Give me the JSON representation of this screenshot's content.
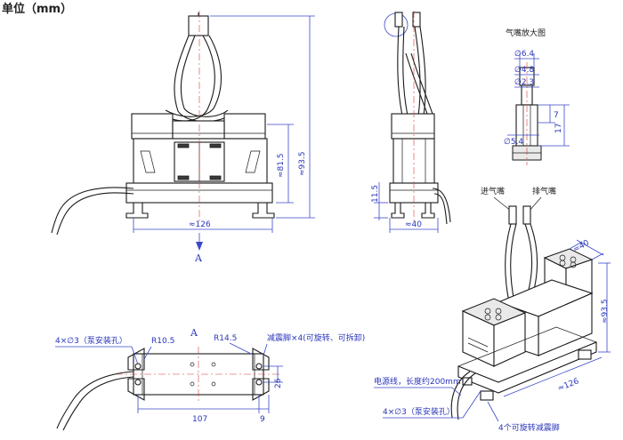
{
  "unit_label": "单位（mm）",
  "views": {
    "front": {
      "width_label": "≈126",
      "height_a_label": "≈81.5",
      "height_b_label": "≈93.5",
      "view_marker": "A"
    },
    "side": {
      "width_label": "≈40",
      "foot_label": "11.5"
    },
    "nozzle": {
      "title": "气嘴放大图",
      "d1": "∅6.4",
      "d2": "∅4.8",
      "d3": "∅2.3",
      "d4": "∅5.4",
      "len1": "7",
      "len2": "17"
    },
    "bottom": {
      "view_marker": "A",
      "holes_label": "4×∅3（泵安装孔）",
      "r1": "R10.5",
      "r2": "R14.5",
      "feet_label": "减震脚×4(可旋转、可拆卸)",
      "span_label": "107",
      "edge_label": "9",
      "depth_label": "26"
    },
    "iso": {
      "inlet_label": "进气嘴",
      "outlet_label": "排气嘴",
      "depth_label": "≈40",
      "height_label": "≈93.5",
      "width_label": "≈126",
      "cable_label": "电源线，长度约200mm",
      "holes_label": "4×∅3（泵安装孔）",
      "feet_label": "4个可旋转减震脚"
    }
  },
  "colors": {
    "ink": "#1a1a1a",
    "dimension": "#3a49c9",
    "centerline": "#d23a3a"
  }
}
